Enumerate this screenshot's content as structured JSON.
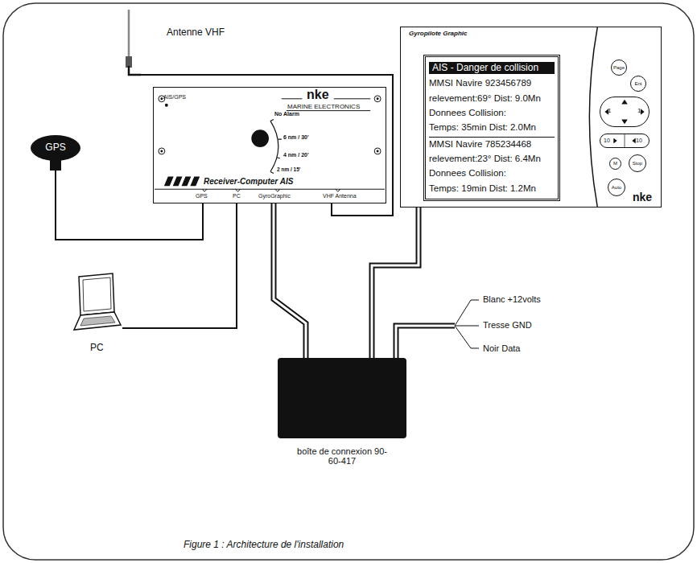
{
  "diagram": {
    "caption": "Figure 1 : Architecture de l'installation",
    "nodes": [
      {
        "text": [
          "Antenne VHF"
        ]
      },
      {
        "text": [
          "GPS"
        ]
      },
      {
        "text": [
          "AIS/GPS",
          "nke",
          "MARINE ELECTRONICS",
          "No Alarm",
          "6 nm / 30'",
          "4 nm / 20'",
          "2 nm / 15'",
          "Receiver-Computer AIS",
          "GPS",
          "PC",
          "GyroGraphic",
          "VHF Antenna"
        ]
      },
      {
        "text": [
          "Gyropilote Graphic",
          "nke"
        ]
      },
      {
        "text": [
          "AIS - Danger de collision",
          "MMSI Navire 923456789",
          "relevement:69° Dist: 9.0Mn",
          "Donnees Collision:",
          "Temps: 35min Dist: 2.0Mn",
          "MMSI Navire 785234468",
          "relevement:23° Dist: 6.4Mn",
          "Donnees Collision:",
          "Temps: 19min Dist: 1.2Mn"
        ],
        "in": 3
      },
      {
        "text": [
          "Page"
        ],
        "in": 3
      },
      {
        "text": [
          "Ent"
        ],
        "in": 3
      },
      {
        "text": [
          "1",
          "1"
        ],
        "in": 3
      },
      {
        "text": [
          "10",
          "10"
        ],
        "in": 3
      },
      {
        "text": [
          "M"
        ],
        "in": 3
      },
      {
        "text": [
          "Stop"
        ],
        "in": 3
      },
      {
        "text": [
          "Auto"
        ],
        "in": 3
      },
      {
        "text": [
          "PC"
        ]
      },
      {
        "text": [
          "boîte de connexion 90-60-417"
        ]
      }
    ],
    "edges": [
      {
        "from": 0,
        "to": 2,
        "arrow": "none"
      },
      {
        "from": 1,
        "to": 2,
        "arrow": "none"
      },
      {
        "from": 12,
        "to": 2,
        "arrow": "none"
      },
      {
        "from": 2,
        "to": 13,
        "arrow": "none"
      },
      {
        "from": 3,
        "to": 13,
        "arrow": "none"
      }
    ],
    "labels": [
      "Blanc +12volts",
      "Tresse GND",
      "Noir Data"
    ]
  }
}
